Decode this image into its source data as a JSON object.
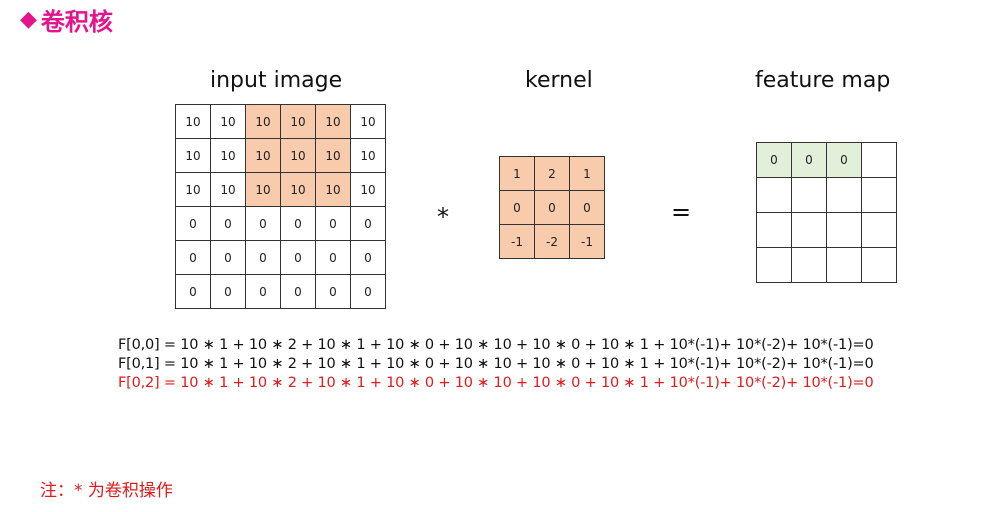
{
  "title": "卷积核",
  "labels": {
    "input": "input image",
    "kernel": "kernel",
    "feature": "feature map"
  },
  "operators": {
    "conv": "*",
    "equals": "="
  },
  "colors": {
    "title": "#e6138c",
    "highlight_input": "#f8cbad",
    "highlight_kernel": "#f8cbad",
    "highlight_feature": "#e2f0d9",
    "formula_red": "#e21a1a"
  },
  "input_grid": [
    [
      "10",
      "10",
      "10",
      "10",
      "10",
      "10"
    ],
    [
      "10",
      "10",
      "10",
      "10",
      "10",
      "10"
    ],
    [
      "10",
      "10",
      "10",
      "10",
      "10",
      "10"
    ],
    [
      "0",
      "0",
      "0",
      "0",
      "0",
      "0"
    ],
    [
      "0",
      "0",
      "0",
      "0",
      "0",
      "0"
    ],
    [
      "0",
      "0",
      "0",
      "0",
      "0",
      "0"
    ]
  ],
  "input_highlight": [
    [
      0,
      2
    ],
    [
      0,
      3
    ],
    [
      0,
      4
    ],
    [
      1,
      2
    ],
    [
      1,
      3
    ],
    [
      1,
      4
    ],
    [
      2,
      2
    ],
    [
      2,
      3
    ],
    [
      2,
      4
    ]
  ],
  "kernel_grid": [
    [
      "1",
      "2",
      "1"
    ],
    [
      "0",
      "0",
      "0"
    ],
    [
      "-1",
      "-2",
      "-1"
    ]
  ],
  "feature_grid": [
    [
      "0",
      "0",
      "0",
      ""
    ],
    [
      "",
      "",
      "",
      ""
    ],
    [
      "",
      "",
      "",
      ""
    ],
    [
      "",
      "",
      "",
      ""
    ]
  ],
  "feature_highlight": [
    [
      0,
      0
    ],
    [
      0,
      1
    ],
    [
      0,
      2
    ]
  ],
  "formulas": [
    {
      "text": "F[0,0] = 10 ∗ 1 + 10 ∗ 2 + 10 ∗ 1 + 10 ∗ 0 + 10 ∗ 10 + 10 ∗ 0 + 10 ∗ 1 + 10*(-1)+ 10*(-2)+ 10*(-1)=0",
      "color": "#111111"
    },
    {
      "text": "F[0,1] = 10 ∗ 1 + 10 ∗ 2 + 10 ∗ 1 + 10 ∗ 0 + 10 ∗ 10 + 10 ∗ 0 + 10 ∗ 1 + 10*(-1)+ 10*(-2)+ 10*(-1)=0",
      "color": "#111111"
    },
    {
      "text": "F[0,2] = 10 ∗ 1 + 10 ∗ 2 + 10 ∗ 1 + 10 ∗ 0 + 10 ∗ 10 + 10 ∗ 0 + 10 ∗ 1 + 10*(-1)+ 10*(-2)+ 10*(-1)=0",
      "color": "#e21a1a"
    }
  ],
  "note": "注：* 为卷积操作"
}
